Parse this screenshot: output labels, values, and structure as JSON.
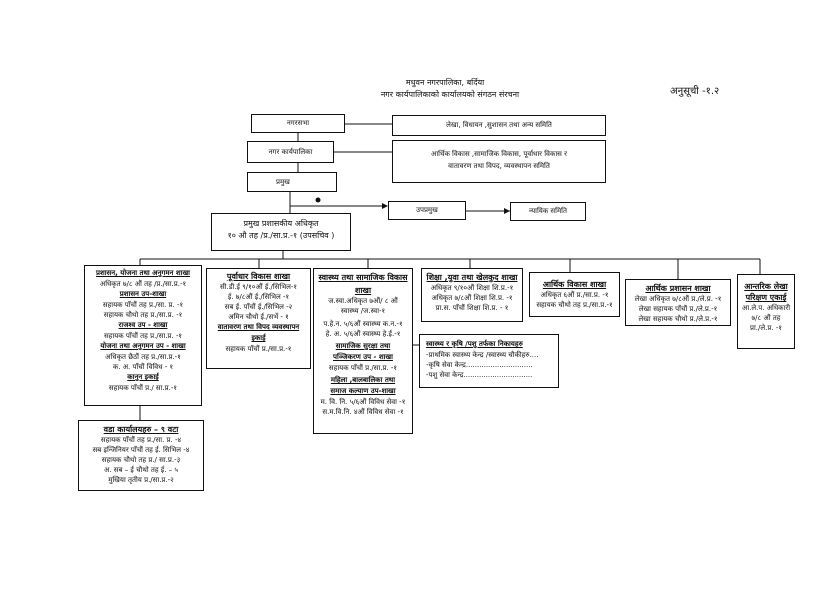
{
  "header": {
    "title_line1": "मधुवन नगरपालिका, बर्दिया",
    "title_line2": "नगर कार्यपालिकाको कार्यालयको संगठन संरचना",
    "schedule": "अनुसूची -१.२"
  },
  "top": {
    "nagarsabha": "नगरसभा",
    "nagar_karyapalika": "नगर कार्यपालिका",
    "pramukh": "प्रमुख",
    "upapramukh": "उपप्रमुख",
    "committee1": "लेखा, विधायन ,सुशासन तथा अन्य समिति",
    "committee2_line1": "आर्थिक विकास ,सामाजिक विकास, पूर्वाधार विकास र",
    "committee2_line2": "वातावरण तथा विपद, व्यवस्थापन समिति",
    "nyayik": "न्यायिक समिति"
  },
  "cao": {
    "line1": "प्रमुख प्रशासकीय अधिकृत",
    "line2": "१० औ तह /प्र./सा.प्र.-१ (उपसचिव )"
  },
  "branch1": {
    "heading": "प्रशासन, योजना तथा अनुगमन शाखा",
    "line1": "अधिकृत ७/८ औं तह /प्र./सा.प्र.-१",
    "sub1": "प्रशासन उप-शाखा",
    "sub1_l1": "सहायक पाँचौं तह प्र./सा. प्र. -१",
    "sub1_l2": "सहायक चौथो तह प्र./सा.प्र. -१",
    "sub2": "राजश्व उप - शाखा",
    "sub2_l1": "सहायक पाँचौं तह प्र./सा.प्र. -१",
    "sub3": "योजना तथा अनुगमन उप - शाखा",
    "sub3_l1": "अधिकृत छैठौं तह प्र./सा.प्र.-१",
    "sub3_l2": "क. अ. पाँचौं विविध - १",
    "sub4": "कानुन इकाई",
    "sub4_l1": "सहायक पाँचौं प्र./ सा.प्र.-१"
  },
  "ward": {
    "heading": "वडा कार्यालयहरु – ९ वटा",
    "l1": "सहायक पाँचौं तह प्र./सा. प्र. -४",
    "l2": "सब इन्जिनियर पाँचौं तह ई. सिभिल -४",
    "l3": "सहायक चौथो तह प्र./ सा.प्र.-३",
    "l4": "अ. सब – ई चौथो तह ई. – ५",
    "l5": "मुखिया तृतीय प्र./सा.प्र.-२"
  },
  "branch2": {
    "heading": "पूर्वाधार विकास शाखा",
    "l1": "सी.डी.ई ९/१०औं ई./सिभिल-१",
    "l2": "ई. ७/८औं ई./सिभिल -१",
    "l3": "सब ई. पाँचौं ई./सिभिल -२",
    "l4": "अमिन चौथो ई./सर्भे - १",
    "sub1": "वातावरण तथा विपद व्यवस्थापन",
    "sub1b": "इकाई",
    "sub1_l1": "सहायक पाँचौं प्र./सा.प्र.-१"
  },
  "branch3": {
    "heading1": "स्वास्थ्य तथा सामाजिक विकास",
    "heading2": "शाखा",
    "l1": "ज.स्वा.अधिकृत ७औं/ ८ औं",
    "l2": "स्वास्थ्य /ज.स्वा-१",
    "l3": "प.हे.न. ५/६औं स्वास्थ्य क.न.-१",
    "l4": "हे. अ. ५/६औं स्वास्थ्य हे.ई.-१",
    "sub1a": "सामाजिक सुरक्षा तथा",
    "sub1b": "पञ्जिकरण उप - शाखा",
    "sub1_l1": "सहायक पाँचौं प्र./सा.प्र. -१",
    "sub2a": "महिला ,बालबालिका तथा",
    "sub2b": "समाज कल्याण उप-शाखा",
    "sub2_l1": "म. वि. नि. ५/६औं विविध सेवा -१",
    "sub2_l2": "स.म.वि.नि. ४औं विविध सेवा -१"
  },
  "branch4": {
    "heading": "शिक्षा ,युवा तथा खेलकुद शाखा",
    "l1": "अधिकृत ९/१०औं शिक्षा शि.प्र.-१",
    "l2": "अधिकृत ७/८औं शिक्षा शि.प्र. -१",
    "l3": "प्रा.स. पाँचौं शिक्षा शि.प्र. - १"
  },
  "health_units": {
    "heading": "स्वास्थ्य र कृषि /पशु तर्फका निकायहरु",
    "l1": "-प्राथमिक स्वास्थ्य केन्द्र /स्वास्थ्य चौकीहरु....",
    "l2": "-कृषि सेवा केन्द्र..............................",
    "l3": "-पशु सेवा केन्द्र..............................."
  },
  "branch5": {
    "heading": "आर्थिक विकास शाखा",
    "l1": "अधिकृत ६औं प्र./सा.प्र. -१",
    "l2": "सहायक चौथो तह प्र./सा.प्र.-१"
  },
  "branch6": {
    "heading": "आर्थिक प्रशासन शाखा",
    "l1": "लेखा अधिकृत ७/८औं प्र./ले.प्र. -१",
    "l2": "लेखा सहायक पाँचौं प्र./ले.प्र.-१",
    "l3": "लेखा सहायक चौथो प्र./ले.प्र.-१"
  },
  "branch7": {
    "heading1": "आन्तरिक लेखा",
    "heading2": "परिक्षण एकाई",
    "l1": "आ.ले.प. अधिकारी",
    "l2": "७/८ औं तह",
    "l3": "प्रा./ले.प्र. -१"
  }
}
